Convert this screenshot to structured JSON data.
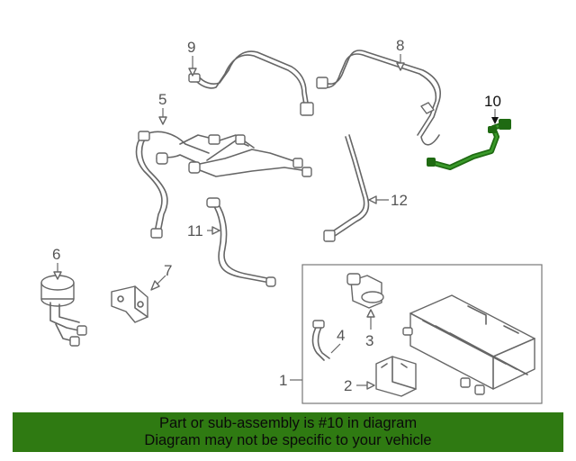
{
  "callouts": {
    "c1": "1",
    "c2": "2",
    "c3": "3",
    "c4": "4",
    "c5": "5",
    "c6": "6",
    "c7": "7",
    "c8": "8",
    "c9": "9",
    "c10": "10",
    "c11": "11",
    "c12": "12"
  },
  "highlight": {
    "part": "10",
    "color": "#2f7a12"
  },
  "banner": {
    "line1": "Part or sub-assembly is #10 in diagram",
    "line2": "Diagram may not be specific to your vehicle"
  }
}
